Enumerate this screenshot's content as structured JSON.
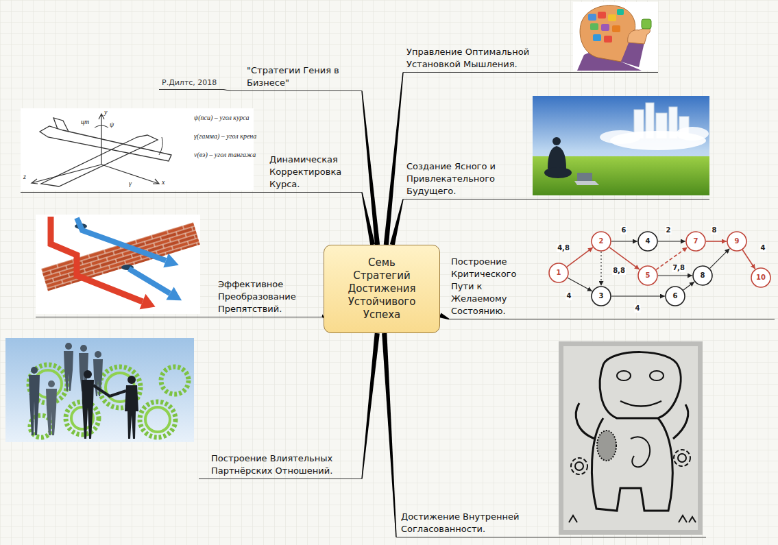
{
  "diagram": {
    "nodes": [
      {
        "text": [
          "Семь Стратегий Достижения Устойчивого Успеха"
        ]
      },
      {
        "text": [
          "\"Стратегии Гения в Бизнесе\""
        ]
      },
      {
        "text": [
          "Р.Дилтс, 2018"
        ]
      },
      {
        "text": [
          "Управление Оптимальной Установкой Мышления."
        ]
      },
      {
        "text": [
          "Динамическая Корректировка Курса."
        ]
      },
      {
        "text": [
          "Создание Ясного и Привлекательного Будущего."
        ]
      },
      {
        "text": [
          "Эффективное Преобразование Препятствий."
        ]
      },
      {
        "text": [
          "Построение Критического Пути к Желаемому Состоянию."
        ]
      },
      {
        "text": [
          "Построение Влиятельных Партнёрских Отношений."
        ]
      },
      {
        "text": [
          "Достижение Внутренней Согласованности."
        ]
      },
      {
        "text": [
          "1"
        ]
      },
      {
        "text": [
          "2"
        ]
      },
      {
        "text": [
          "3"
        ]
      },
      {
        "text": [
          "4"
        ]
      },
      {
        "text": [
          "5"
        ]
      },
      {
        "text": [
          "6"
        ]
      },
      {
        "text": [
          "7"
        ]
      },
      {
        "text": [
          "8"
        ]
      },
      {
        "text": [
          "9"
        ]
      },
      {
        "text": [
          "10"
        ]
      }
    ],
    "edges": [
      {
        "from": 0,
        "to": 1,
        "arrow": "none"
      },
      {
        "from": 1,
        "to": 2,
        "arrow": "none"
      },
      {
        "from": 0,
        "to": 3,
        "arrow": "none"
      },
      {
        "from": 0,
        "to": 4,
        "arrow": "none"
      },
      {
        "from": 0,
        "to": 5,
        "arrow": "none"
      },
      {
        "from": 0,
        "to": 6,
        "arrow": "none"
      },
      {
        "from": 0,
        "to": 7,
        "arrow": "none"
      },
      {
        "from": 0,
        "to": 8,
        "arrow": "none"
      },
      {
        "from": 0,
        "to": 9,
        "arrow": "none"
      },
      {
        "from": 10,
        "to": 11,
        "arrow": "to",
        "label": "4,8"
      },
      {
        "from": 10,
        "to": 12,
        "arrow": "to",
        "label": "4"
      },
      {
        "from": 11,
        "to": 13,
        "arrow": "to",
        "label": "6"
      },
      {
        "from": 11,
        "to": 12,
        "arrow": "to"
      },
      {
        "from": 11,
        "to": 14,
        "arrow": "to",
        "label": "8,8"
      },
      {
        "from": 13,
        "to": 16,
        "arrow": "to",
        "label": "2"
      },
      {
        "from": 14,
        "to": 16,
        "arrow": "to"
      },
      {
        "from": 14,
        "to": 17,
        "arrow": "to",
        "label": "7,8"
      },
      {
        "from": 16,
        "to": 18,
        "arrow": "to",
        "label": "8"
      },
      {
        "from": 12,
        "to": 15,
        "arrow": "to",
        "label": "4"
      },
      {
        "from": 15,
        "to": 17,
        "arrow": "to"
      },
      {
        "from": 17,
        "to": 18,
        "arrow": "to"
      },
      {
        "from": 18,
        "to": 19,
        "arrow": "to",
        "label": "4"
      }
    ],
    "labels": [
      "ψ(пси) – угол курса",
      "γ(гамма) – угол крена",
      "ν(вэ) – угол тангажа",
      "y",
      "ψ",
      "цт",
      "z",
      "x",
      "γ"
    ]
  }
}
